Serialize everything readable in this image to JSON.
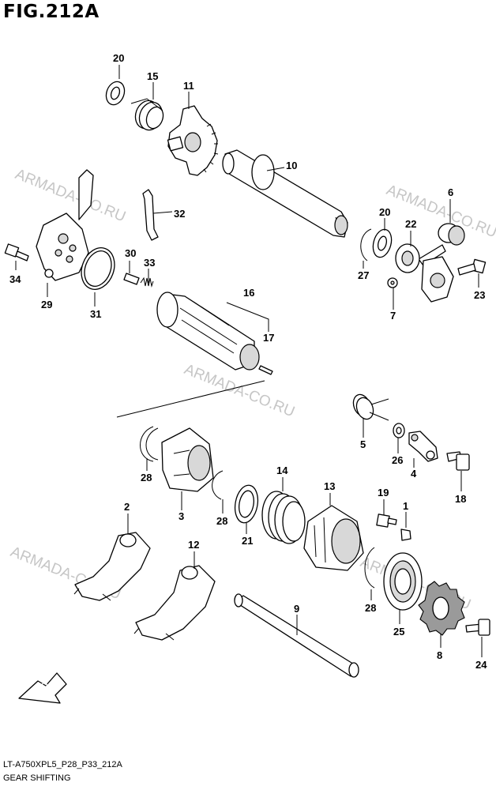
{
  "figure": {
    "title": "FIG.212A"
  },
  "footer": {
    "model_code": "LT-A750XPL5_P28_P33_212A",
    "description": "GEAR SHIFTING"
  },
  "watermark": {
    "text": "ARMADA-CO.RU"
  },
  "fwd_label": "FWD",
  "callouts": {
    "p20a": "20",
    "p15": "15",
    "p11": "11",
    "p10": "10",
    "p32": "32",
    "p34": "34",
    "p29": "29",
    "p31": "31",
    "p30": "30",
    "p33": "33",
    "p16": "16",
    "p17": "17",
    "p6": "6",
    "p20b": "20",
    "p22": "22",
    "p27": "27",
    "p7": "7",
    "p23": "23",
    "p5": "5",
    "p26": "26",
    "p4": "4",
    "p18": "18",
    "p28a": "28",
    "p3": "3",
    "p14": "14",
    "p13": "13",
    "p28b": "28",
    "p21": "21",
    "p19": "19",
    "p1": "1",
    "p2": "2",
    "p12": "12",
    "p9": "9",
    "p28c": "28",
    "p25": "25",
    "p8": "8",
    "p24": "24"
  }
}
